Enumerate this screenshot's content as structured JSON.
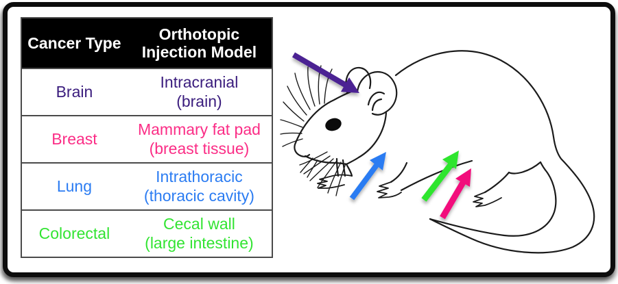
{
  "table": {
    "header_bg": "#000000",
    "header_text_color": "#ffffff",
    "headers": {
      "cancer_type": "Cancer Type",
      "injection_model": "Orthotopic Injection Model"
    },
    "rows": [
      {
        "cancer_type": "Brain",
        "model_line1": "Intracranial",
        "model_line2": "(brain)",
        "color": "#3A1C7D"
      },
      {
        "cancer_type": "Breast",
        "model_line1": "Mammary fat pad",
        "model_line2": "(breast tissue)",
        "color": "#FB2D86"
      },
      {
        "cancer_type": "Lung",
        "model_line1": "Intrathoracic",
        "model_line2": "(thoracic cavity)",
        "color": "#2B7CF2"
      },
      {
        "cancer_type": "Colorectal",
        "model_line1": "Cecal wall",
        "model_line2": "(large intestine)",
        "color": "#32E432"
      }
    ]
  },
  "illustration": {
    "arrows": [
      {
        "name": "brain-injection-arrow",
        "color": "#4B2393"
      },
      {
        "name": "lung-injection-arrow",
        "color": "#2B7CF2"
      },
      {
        "name": "colorectal-injection-arrow",
        "color": "#2FE52F"
      },
      {
        "name": "breast-injection-arrow",
        "color": "#F2117C"
      }
    ]
  }
}
